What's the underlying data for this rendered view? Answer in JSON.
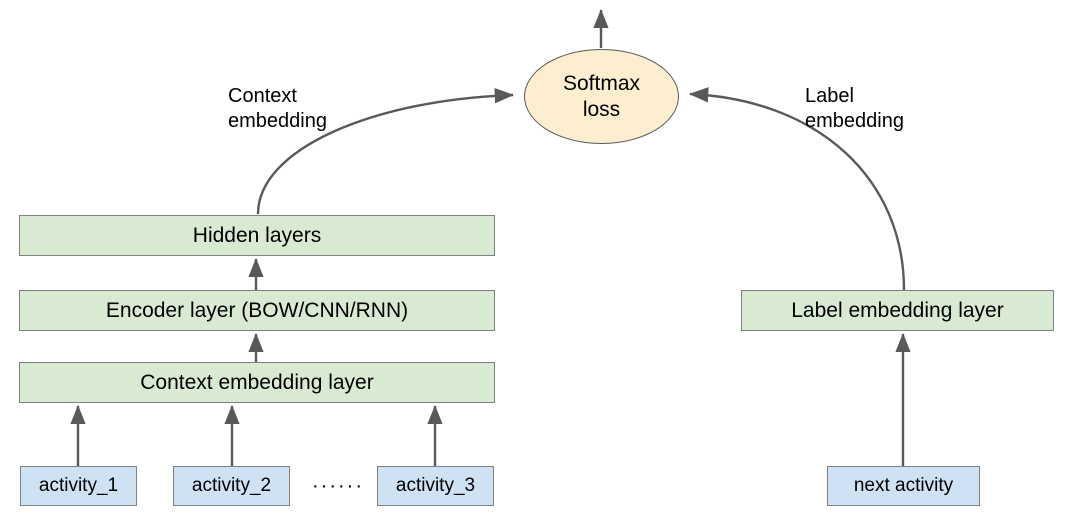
{
  "diagram": {
    "title_text": "",
    "colors": {
      "green_fill": "#d9ead3",
      "blue_fill": "#cfe2f3",
      "ellipse_fill": "#fdeecf",
      "box_stroke": "#808080",
      "ellipse_stroke": "#595959",
      "arrow_stroke": "#595959",
      "text": "#000000",
      "background": "#ffffff"
    },
    "nodes": {
      "softmax_loss": "Softmax\nloss",
      "hidden_layers": "Hidden layers",
      "encoder_layer": "Encoder layer (BOW/CNN/RNN)",
      "context_embedding_layer": "Context embedding layer",
      "label_embedding_layer": "Label embedding layer",
      "activity_1": "activity_1",
      "activity_2": "activity_2",
      "activity_3": "activity_3",
      "next_activity": "next activity",
      "ellipsis": "······"
    },
    "edge_labels": {
      "context_embedding": "Context\nembedding",
      "label_embedding": "Label\nembedding"
    }
  }
}
